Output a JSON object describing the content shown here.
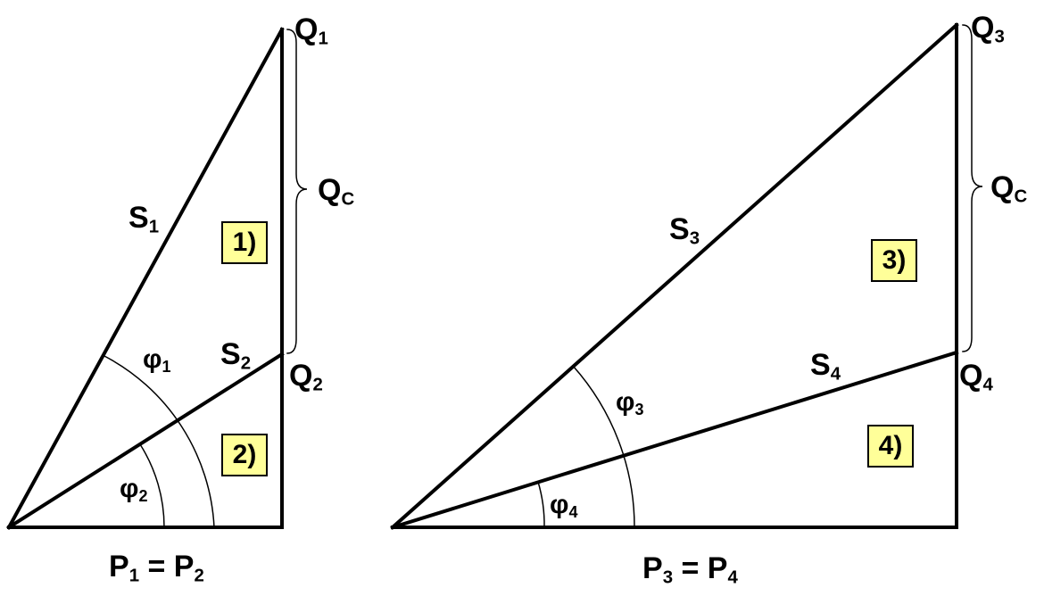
{
  "labels": {
    "q1": {
      "sym": "Q",
      "sub": "1"
    },
    "q2": {
      "sym": "Q",
      "sub": "2"
    },
    "qc_left": {
      "sym": "Q",
      "sub": "C"
    },
    "s1": {
      "sym": "S",
      "sub": "1"
    },
    "s2": {
      "sym": "S",
      "sub": "2"
    },
    "phi1": {
      "sym": "φ",
      "sub": "1"
    },
    "phi2": {
      "sym": "φ",
      "sub": "2"
    },
    "p_left": {
      "a": "P",
      "a_sub": "1",
      "eq": " = ",
      "b": "P",
      "b_sub": "2"
    },
    "q3": {
      "sym": "Q",
      "sub": "3"
    },
    "q4": {
      "sym": "Q",
      "sub": "4"
    },
    "qc_right": {
      "sym": "Q",
      "sub": "C"
    },
    "s3": {
      "sym": "S",
      "sub": "3"
    },
    "s4": {
      "sym": "S",
      "sub": "4"
    },
    "phi3": {
      "sym": "φ",
      "sub": "3"
    },
    "phi4": {
      "sym": "φ",
      "sub": "4"
    },
    "p_right": {
      "a": "P",
      "a_sub": "3",
      "eq": " = ",
      "b": "P",
      "b_sub": "4"
    }
  },
  "boxes": {
    "b1": "1)",
    "b2": "2)",
    "b3": "3)",
    "b4": "4)"
  },
  "colors": {
    "line": "#000000",
    "box_fill": "#ffff99"
  }
}
